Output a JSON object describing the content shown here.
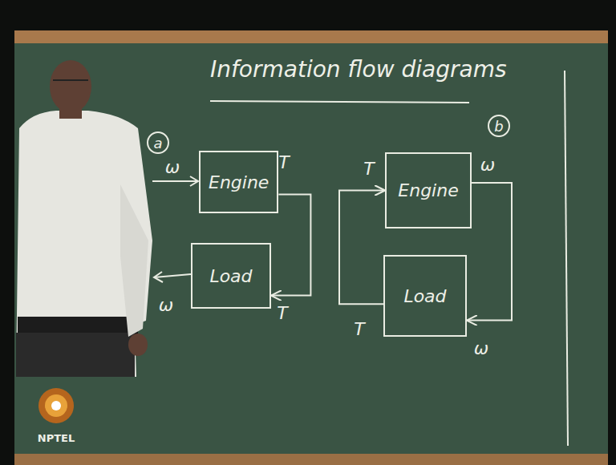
{
  "diagram": {
    "title": "Information flow diagrams",
    "nodes": [
      {
        "text": [
          "Engine"
        ]
      },
      {
        "text": [
          "Load"
        ]
      },
      {
        "text": [
          "Engine"
        ]
      },
      {
        "text": [
          "Load"
        ]
      }
    ],
    "edges": [
      {
        "from": 0,
        "to": 1,
        "arrow": "to"
      },
      {
        "from": 3,
        "to": 2,
        "arrow": "to"
      },
      {
        "from": 2,
        "to": 3,
        "arrow": "to"
      }
    ],
    "labels": [
      "a",
      "ω",
      "T",
      "T",
      "ω",
      "b",
      "T",
      "ω",
      "T",
      "ω",
      "NPTEL"
    ]
  }
}
